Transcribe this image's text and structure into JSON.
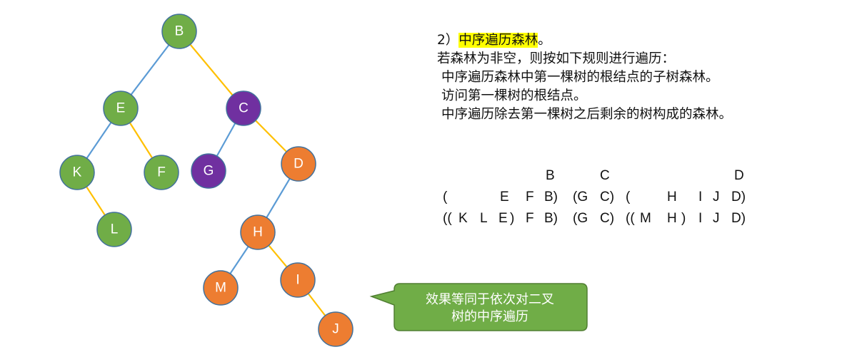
{
  "colors": {
    "left_edge": "#5b9bd5",
    "right_edge": "#ffc000",
    "node_stroke": "#41719c",
    "group_green": "#70ad47",
    "group_purple": "#7030a0",
    "group_orange": "#ed7d31",
    "callout_fill": "#70ad47",
    "callout_stroke": "#507e32",
    "highlight": "#ffff00"
  },
  "tree": {
    "nodes": [
      {
        "id": "B",
        "label": "B",
        "group": "green"
      },
      {
        "id": "E",
        "label": "E",
        "group": "green"
      },
      {
        "id": "C",
        "label": "C",
        "group": "purple"
      },
      {
        "id": "K",
        "label": "K",
        "group": "green"
      },
      {
        "id": "F",
        "label": "F",
        "group": "green"
      },
      {
        "id": "L",
        "label": "L",
        "group": "green"
      },
      {
        "id": "G",
        "label": "G",
        "group": "purple"
      },
      {
        "id": "D",
        "label": "D",
        "group": "orange"
      },
      {
        "id": "H",
        "label": "H",
        "group": "orange"
      },
      {
        "id": "M",
        "label": "M",
        "group": "orange"
      },
      {
        "id": "I",
        "label": "I",
        "group": "orange"
      },
      {
        "id": "J",
        "label": "J",
        "group": "orange"
      }
    ],
    "edges": [
      {
        "from": "B",
        "to": "E",
        "side": "left"
      },
      {
        "from": "B",
        "to": "C",
        "side": "right"
      },
      {
        "from": "E",
        "to": "K",
        "side": "left"
      },
      {
        "from": "E",
        "to": "F",
        "side": "right"
      },
      {
        "from": "K",
        "to": "L",
        "side": "right"
      },
      {
        "from": "C",
        "to": "G",
        "side": "left"
      },
      {
        "from": "C",
        "to": "D",
        "side": "right"
      },
      {
        "from": "D",
        "to": "H",
        "side": "left"
      },
      {
        "from": "H",
        "to": "M",
        "side": "left"
      },
      {
        "from": "H",
        "to": "I",
        "side": "right"
      },
      {
        "from": "I",
        "to": "J",
        "side": "right"
      }
    ]
  },
  "text": {
    "heading_prefix": "2）",
    "heading_highlight": "中序遍历森林",
    "heading_suffix": "。",
    "rule_intro": "若森林为非空，则按如下规则进行遍历：",
    "rule_1": "中序遍历森林中第一棵树的根结点的子树森林。",
    "rule_2": "访问第一棵树的根结点。",
    "rule_3": "中序遍历除去第一棵树之后剩余的树构成的森林。"
  },
  "sequence": {
    "row1": [
      "B",
      "C",
      "D"
    ],
    "row2": [
      "(",
      "E",
      "F",
      "B)",
      "(G",
      "C)",
      "(",
      "H",
      "I",
      "J",
      "D)"
    ],
    "row3": [
      "((",
      "K",
      "L",
      "E",
      ")",
      "F",
      "B)",
      "(G",
      "C)",
      "((",
      "M",
      "H",
      ")",
      "I",
      "J",
      "D)"
    ]
  },
  "callout": {
    "line1": "效果等同于依次对二叉",
    "line2": "树的中序遍历"
  }
}
